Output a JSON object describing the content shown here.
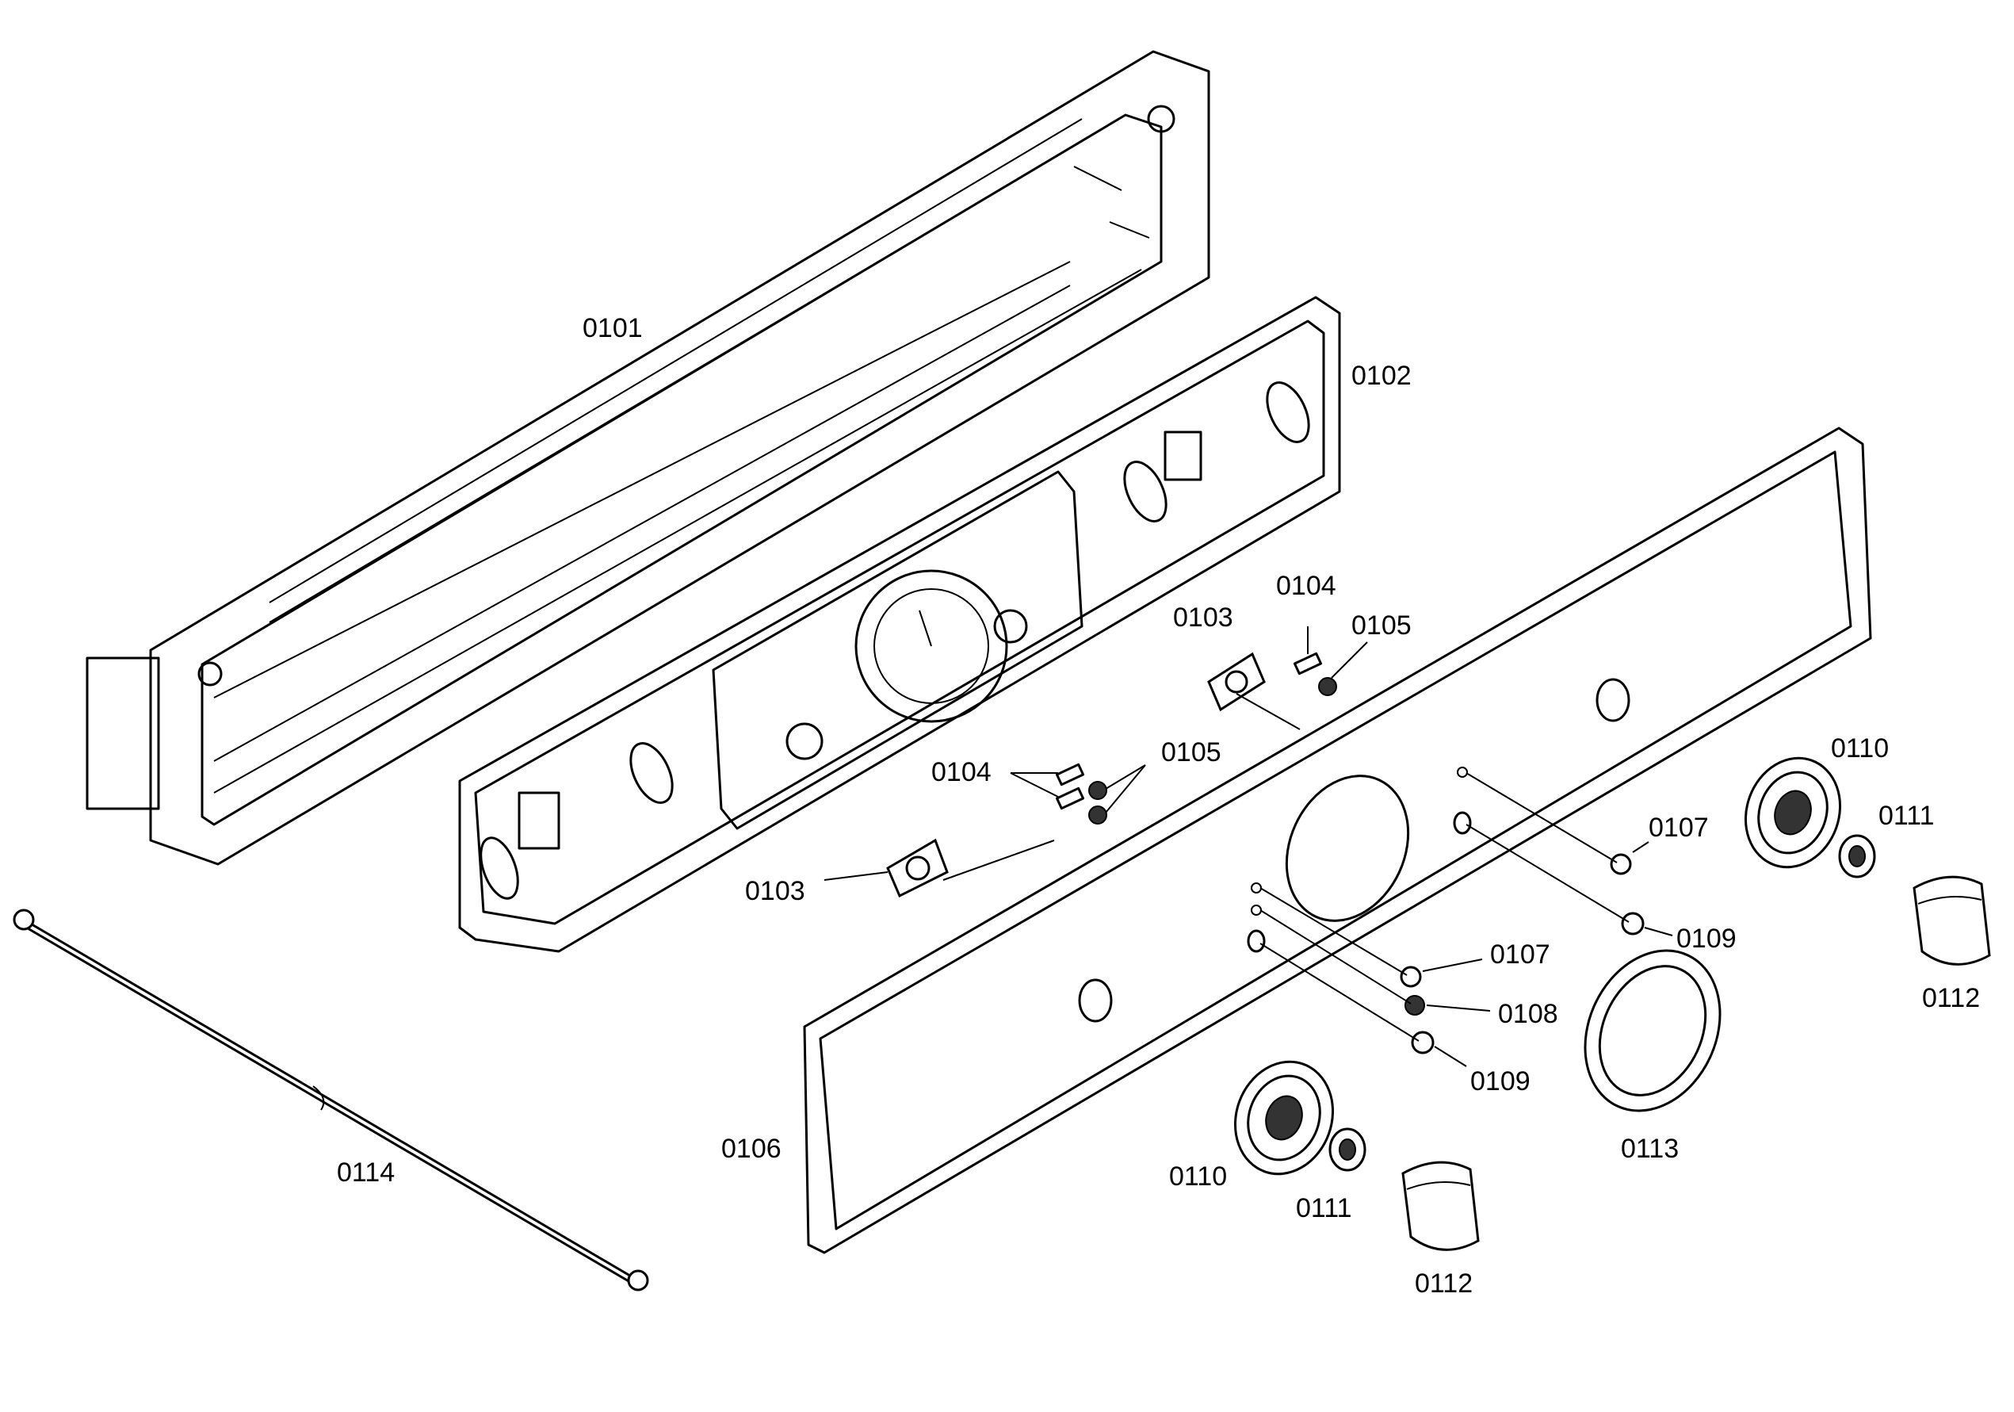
{
  "labels": {
    "l0101": "0101",
    "l0102": "0102",
    "l0103a": "0103",
    "l0103b": "0103",
    "l0104a": "0104",
    "l0104b": "0104",
    "l0105a": "0105",
    "l0105b": "0105",
    "l0106": "0106",
    "l0107a": "0107",
    "l0107b": "0107",
    "l0108": "0108",
    "l0109a": "0109",
    "l0109b": "0109",
    "l0110a": "0110",
    "l0110b": "0110",
    "l0111a": "0111",
    "l0111b": "0111",
    "l0112a": "0112",
    "l0112b": "0112",
    "l0113": "0113",
    "l0114": "0114"
  }
}
